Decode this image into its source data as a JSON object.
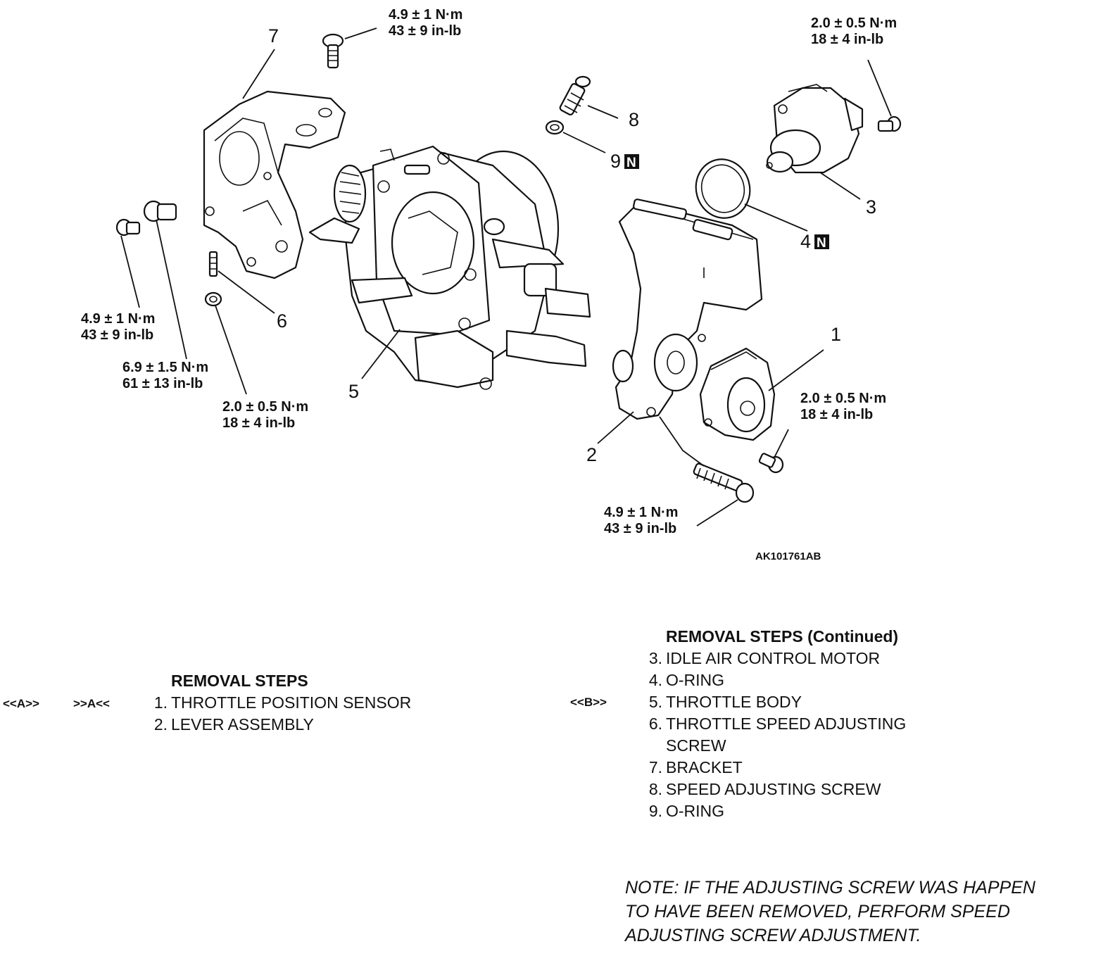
{
  "figure_id": "AK101761AB",
  "callouts": {
    "c1": "1",
    "c2": "2",
    "c3": "3",
    "c4": "4",
    "c5": "5",
    "c6": "6",
    "c7": "7",
    "c8": "8",
    "c9": "9"
  },
  "n_mark": "N",
  "torques": {
    "top_screw": {
      "nm": "4.9 ± 1 N·m",
      "inlb": "43 ± 9 in-lb"
    },
    "iac_screw": {
      "nm": "2.0 ± 0.5 N·m",
      "inlb": "18 ± 4 in-lb"
    },
    "left_bolt_small": {
      "nm": "4.9 ± 1 N·m",
      "inlb": "43 ± 9 in-lb"
    },
    "left_bolt_large": {
      "nm": "6.9 ± 1.5 N·m",
      "inlb": "61 ± 13 in-lb"
    },
    "nut": {
      "nm": "2.0 ± 0.5 N·m",
      "inlb": "18 ± 4 in-lb"
    },
    "tps_screw": {
      "nm": "2.0 ± 0.5 N·m",
      "inlb": "18 ± 4 in-lb"
    },
    "lever_bolt": {
      "nm": "4.9 ± 1 N·m",
      "inlb": "43 ± 9 in-lb"
    }
  },
  "removal_steps": {
    "heading": "REMOVAL STEPS",
    "tag_a1": "<<A>>",
    "tag_a2": ">>A<<",
    "items": [
      {
        "num": "1.",
        "label": "THROTTLE POSITION SENSOR"
      },
      {
        "num": "2.",
        "label": "LEVER ASSEMBLY"
      }
    ]
  },
  "removal_steps_continued": {
    "heading": "REMOVAL STEPS (Continued)",
    "tag_b": "<<B>>",
    "items": [
      {
        "num": "3.",
        "label": "IDLE AIR CONTROL MOTOR"
      },
      {
        "num": "4.",
        "label": "O-RING"
      },
      {
        "num": "5.",
        "label": "THROTTLE BODY"
      },
      {
        "num": "6.",
        "label": "THROTTLE SPEED ADJUSTING"
      },
      {
        "num": "",
        "label": "SCREW"
      },
      {
        "num": "7.",
        "label": "BRACKET"
      },
      {
        "num": "8.",
        "label": "SPEED ADJUSTING SCREW"
      },
      {
        "num": "9.",
        "label": "O-RING"
      }
    ]
  },
  "note": {
    "line1": "NOTE: IF THE ADJUSTING SCREW WAS HAPPEN",
    "line2": "TO HAVE BEEN REMOVED, PERFORM SPEED",
    "line3": "ADJUSTING SCREW ADJUSTMENT."
  }
}
